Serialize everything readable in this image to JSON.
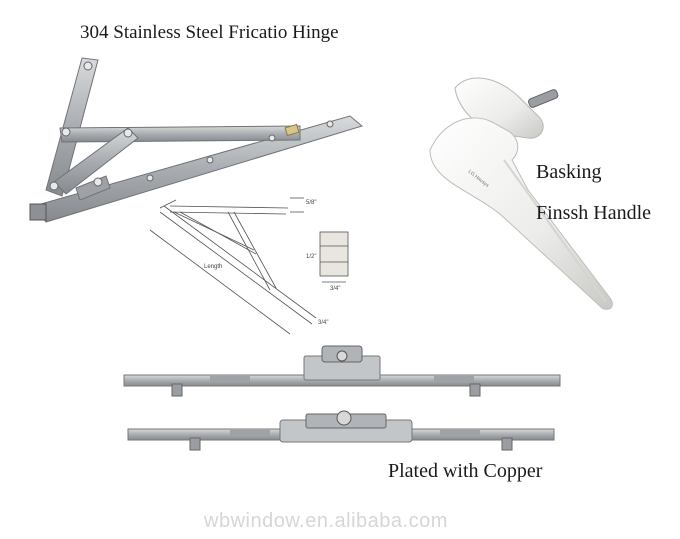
{
  "captions": {
    "title": "304 Stainless Steel Fricatio Hinge",
    "handle_line1": "Basking",
    "handle_line2": "Finssh Handle",
    "espag": "Plated with Copper",
    "watermark": "wbwindow.en.alibaba.com"
  },
  "drawing": {
    "dim_58": "5/8\"",
    "dim_12": "1/2\"",
    "dim_34a": "3/4\"",
    "dim_34b": "3/4\"",
    "length": "Length"
  },
  "colors": {
    "steel": "#b9bcbf",
    "steel_dark": "#7d8186",
    "handle": "#f2f2f0",
    "handle_shade": "#c9c9c6"
  }
}
